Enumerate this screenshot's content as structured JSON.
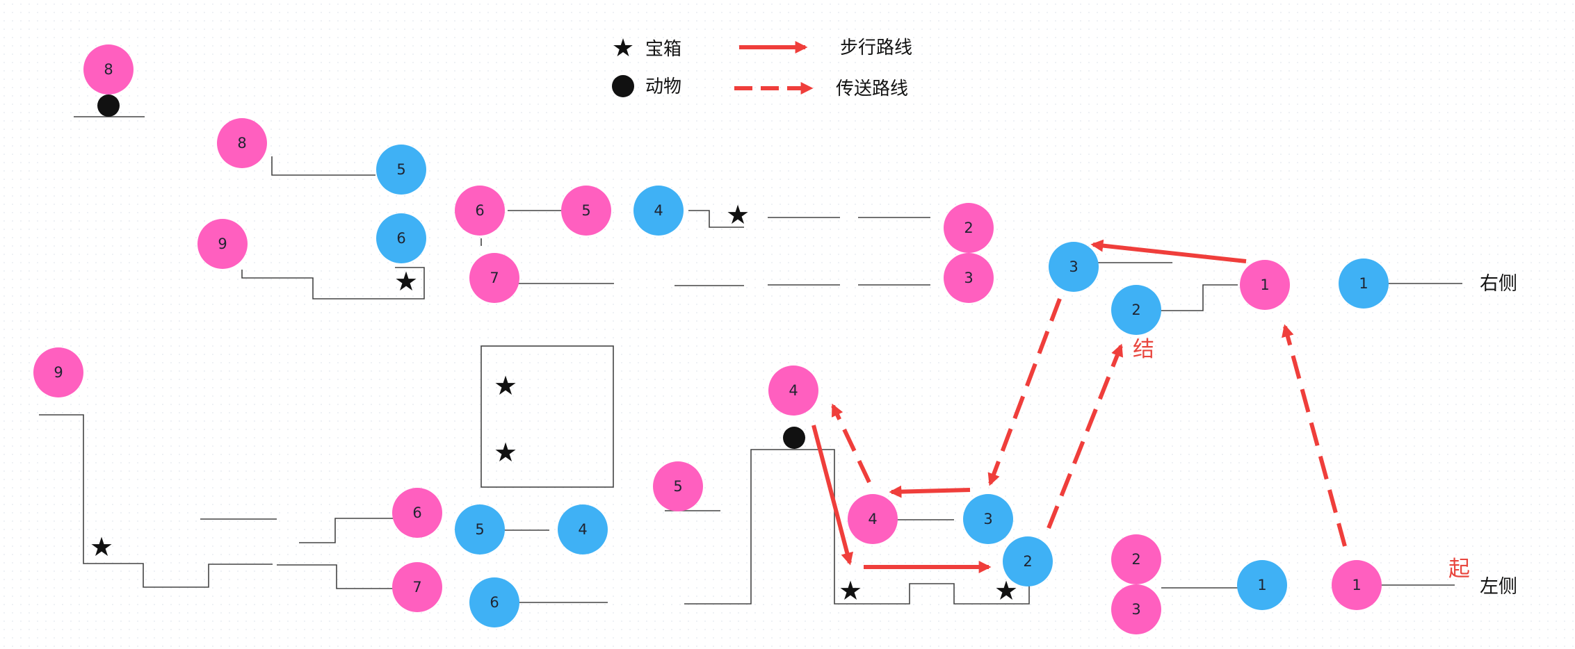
{
  "colors": {
    "pink": "#ff5fbf",
    "blue": "#3fb1f5",
    "route": "#ef3e3b",
    "line": "#444444",
    "black": "#111111"
  },
  "legend": {
    "treasure": "宝箱",
    "animal": "动物",
    "walk_route": "步行路线",
    "teleport_route": "传送路线"
  },
  "markers": {
    "start": "起",
    "end": "结"
  },
  "sides": {
    "right": "右侧",
    "left": "左侧"
  },
  "platforms": [
    {
      "id": "p-top-8",
      "number": "8",
      "color": "pink"
    },
    {
      "id": "p-upper-8",
      "number": "8",
      "color": "pink"
    },
    {
      "id": "p-upper-9",
      "number": "9",
      "color": "pink"
    },
    {
      "id": "p-upper-b5",
      "number": "5",
      "color": "blue"
    },
    {
      "id": "p-upper-b6",
      "number": "6",
      "color": "blue"
    },
    {
      "id": "p-upper-6",
      "number": "6",
      "color": "pink"
    },
    {
      "id": "p-upper-5",
      "number": "5",
      "color": "pink"
    },
    {
      "id": "p-upper-b4",
      "number": "4",
      "color": "blue"
    },
    {
      "id": "p-upper-7",
      "number": "7",
      "color": "pink"
    },
    {
      "id": "p-upper-2",
      "number": "2",
      "color": "pink"
    },
    {
      "id": "p-upper-3",
      "number": "3",
      "color": "pink"
    },
    {
      "id": "p-mid-b3",
      "number": "3",
      "color": "blue"
    },
    {
      "id": "p-mid-b2",
      "number": "2",
      "color": "blue"
    },
    {
      "id": "p-mid-1",
      "number": "1",
      "color": "pink"
    },
    {
      "id": "p-right-b1",
      "number": "1",
      "color": "blue"
    },
    {
      "id": "p-low-9",
      "number": "9",
      "color": "pink"
    },
    {
      "id": "p-low-6",
      "number": "6",
      "color": "pink"
    },
    {
      "id": "p-low-7",
      "number": "7",
      "color": "pink"
    },
    {
      "id": "p-low-b5",
      "number": "5",
      "color": "blue"
    },
    {
      "id": "p-low-b4",
      "number": "4",
      "color": "blue"
    },
    {
      "id": "p-low-b6",
      "number": "6",
      "color": "blue"
    },
    {
      "id": "p-low-5",
      "number": "5",
      "color": "pink"
    },
    {
      "id": "p-low-4",
      "number": "4",
      "color": "pink"
    },
    {
      "id": "p-low-4b",
      "number": "4",
      "color": "pink"
    },
    {
      "id": "p-low-b3",
      "number": "3",
      "color": "blue"
    },
    {
      "id": "p-low-b2",
      "number": "2",
      "color": "blue"
    },
    {
      "id": "p-low-2",
      "number": "2",
      "color": "pink"
    },
    {
      "id": "p-low-3",
      "number": "3",
      "color": "pink"
    },
    {
      "id": "p-low-b1",
      "number": "1",
      "color": "blue"
    },
    {
      "id": "p-low-1",
      "number": "1",
      "color": "pink"
    }
  ]
}
